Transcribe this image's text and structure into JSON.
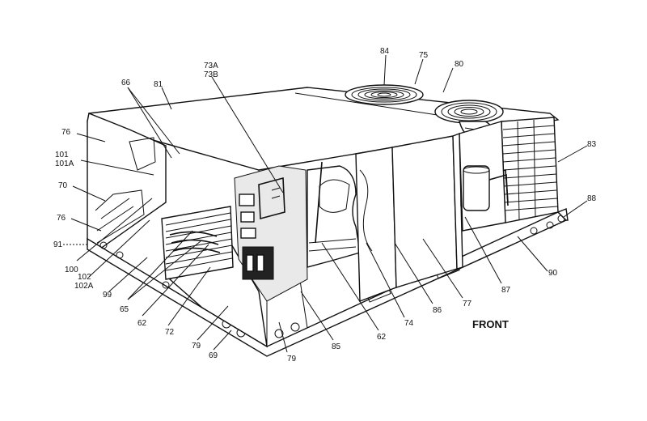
{
  "figure": {
    "callouts": {
      "c66": "66",
      "c81": "81",
      "c73a": "73A",
      "c73b": "73B",
      "c84": "84",
      "c75": "75",
      "c80": "80",
      "c76a": "76",
      "c101": "101",
      "c101a": "101A",
      "c70": "70",
      "c76b": "76",
      "c91": "91",
      "c100": "100",
      "c102": "102",
      "c102a": "102A",
      "c99": "99",
      "c65": "65",
      "c62a": "62",
      "c72": "72",
      "c79a": "79",
      "c69": "69",
      "c79b": "79",
      "c85": "85",
      "c62b": "62",
      "c74": "74",
      "c86": "86",
      "c77": "77",
      "c87": "87",
      "c90": "90",
      "c88": "88",
      "c83": "83"
    },
    "front_label": "FRONT"
  }
}
